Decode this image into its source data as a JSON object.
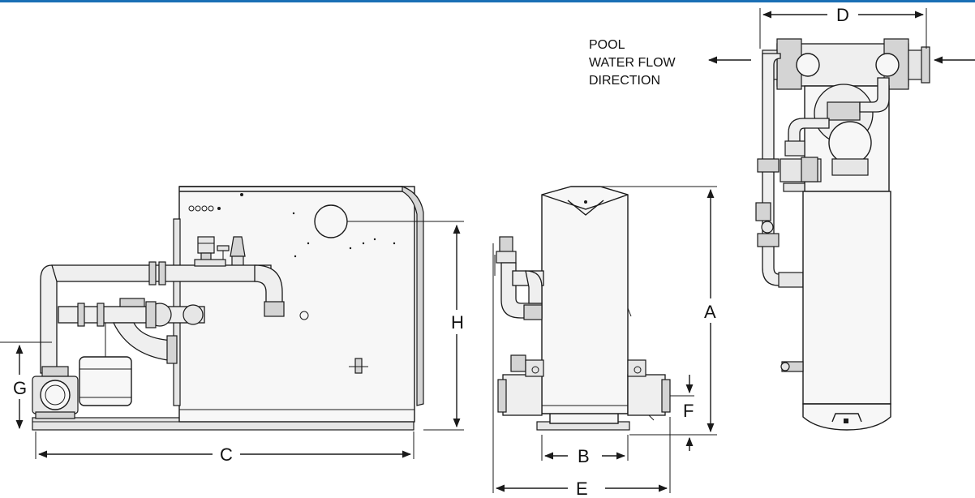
{
  "accent_color": "#1a6fb5",
  "flow_label": {
    "line1": "POOL",
    "line2": "WATER FLOW",
    "line3": "DIRECTION"
  },
  "dimensions": {
    "A": "A",
    "B": "B",
    "C": "C",
    "D": "D",
    "E": "E",
    "F": "F",
    "G": "G",
    "H": "H"
  },
  "icons": [
    "pressure-gauge-icon",
    "relief-valve-icon",
    "flow-arrow-icon"
  ]
}
